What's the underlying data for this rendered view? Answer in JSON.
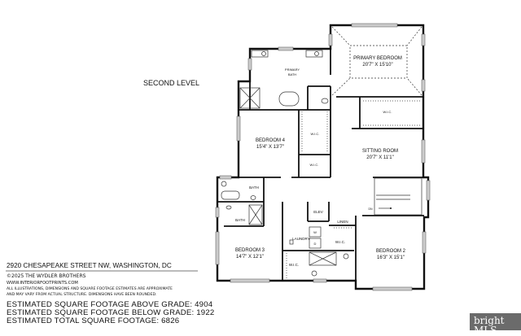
{
  "level_title": "SECOND LEVEL",
  "rooms": {
    "primary_bedroom": {
      "name": "PRIMARY BEDROOM",
      "dims": "20'7\" X 15'10\""
    },
    "primary_bath": {
      "name": "PRIMARY",
      "name2": "BATH"
    },
    "bedroom4": {
      "name": "BEDROOM 4",
      "dims": "15'4\" X 13'7\""
    },
    "sitting_room": {
      "name": "SITTING ROOM",
      "dims": "20'7\" X 11'1\""
    },
    "bedroom3": {
      "name": "BEDROOM 3",
      "dims": "14'7\" X 12'1\""
    },
    "bedroom2": {
      "name": "BEDROOM 2",
      "dims": "16'3\" X 15'1\""
    },
    "wic": "W.I.C.",
    "bath": "BATH",
    "elev": "ELEV",
    "linen": "LINEN",
    "laundry": "LAUNDRY",
    "washer": "W",
    "dryer": "D",
    "stairs_down": "DN"
  },
  "footer": {
    "address": "2920 CHESAPEAKE STREET NW, WASHINGTON, DC",
    "copyright": "©2025 THE WYDLER BROTHERS",
    "website": "WWW.INTERIORFOOTPRINTS.COM",
    "disclaimer1": "ALL ILLUSTRATIONS, DIMENSIONS AND SQUARE FOOTAGE ESTIMATES ARE APPROXIMATE",
    "disclaimer2": "AND MAY VARY FROM ACTUAL STRUCTURE. DIMENSIONS HAVE BEEN ROUNDED.",
    "above_grade": "ESTIMATED SQUARE FOOTAGE ABOVE GRADE: 4904",
    "below_grade": "ESTIMATED SQUARE FOOTAGE BELOW GRADE: 1922",
    "total": "ESTIMATED TOTAL SQUARE FOOTAGE:  6826"
  },
  "watermark": "bright MLS"
}
